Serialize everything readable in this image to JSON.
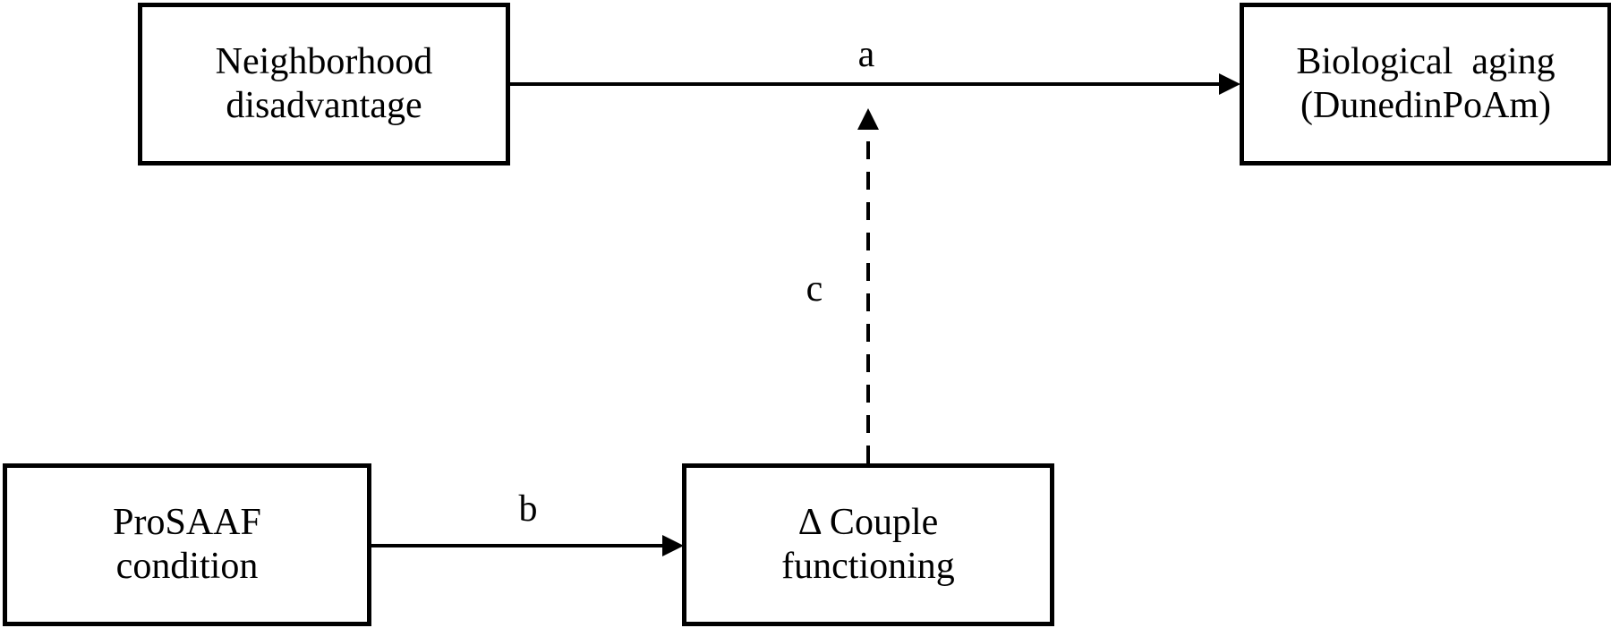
{
  "nodes": {
    "neighborhood": {
      "line1": "Neighborhood",
      "line2": "disadvantage"
    },
    "biological": {
      "line1": "Biological  aging",
      "line2": "(DunedinPoAm)"
    },
    "prosaaf": {
      "line1": "ProSAAF",
      "line2": "condition"
    },
    "couple": {
      "line1": "Δ Couple",
      "line2": "functioning"
    }
  },
  "paths": {
    "a": {
      "label": "a",
      "from": "neighborhood",
      "to": "biological",
      "style": "solid"
    },
    "b": {
      "label": "b",
      "from": "prosaaf",
      "to": "couple",
      "style": "solid"
    },
    "c": {
      "label": "c",
      "from": "couple",
      "to": "path-a",
      "style": "dashed"
    }
  },
  "colors": {
    "stroke": "#000000",
    "background": "#ffffff"
  }
}
